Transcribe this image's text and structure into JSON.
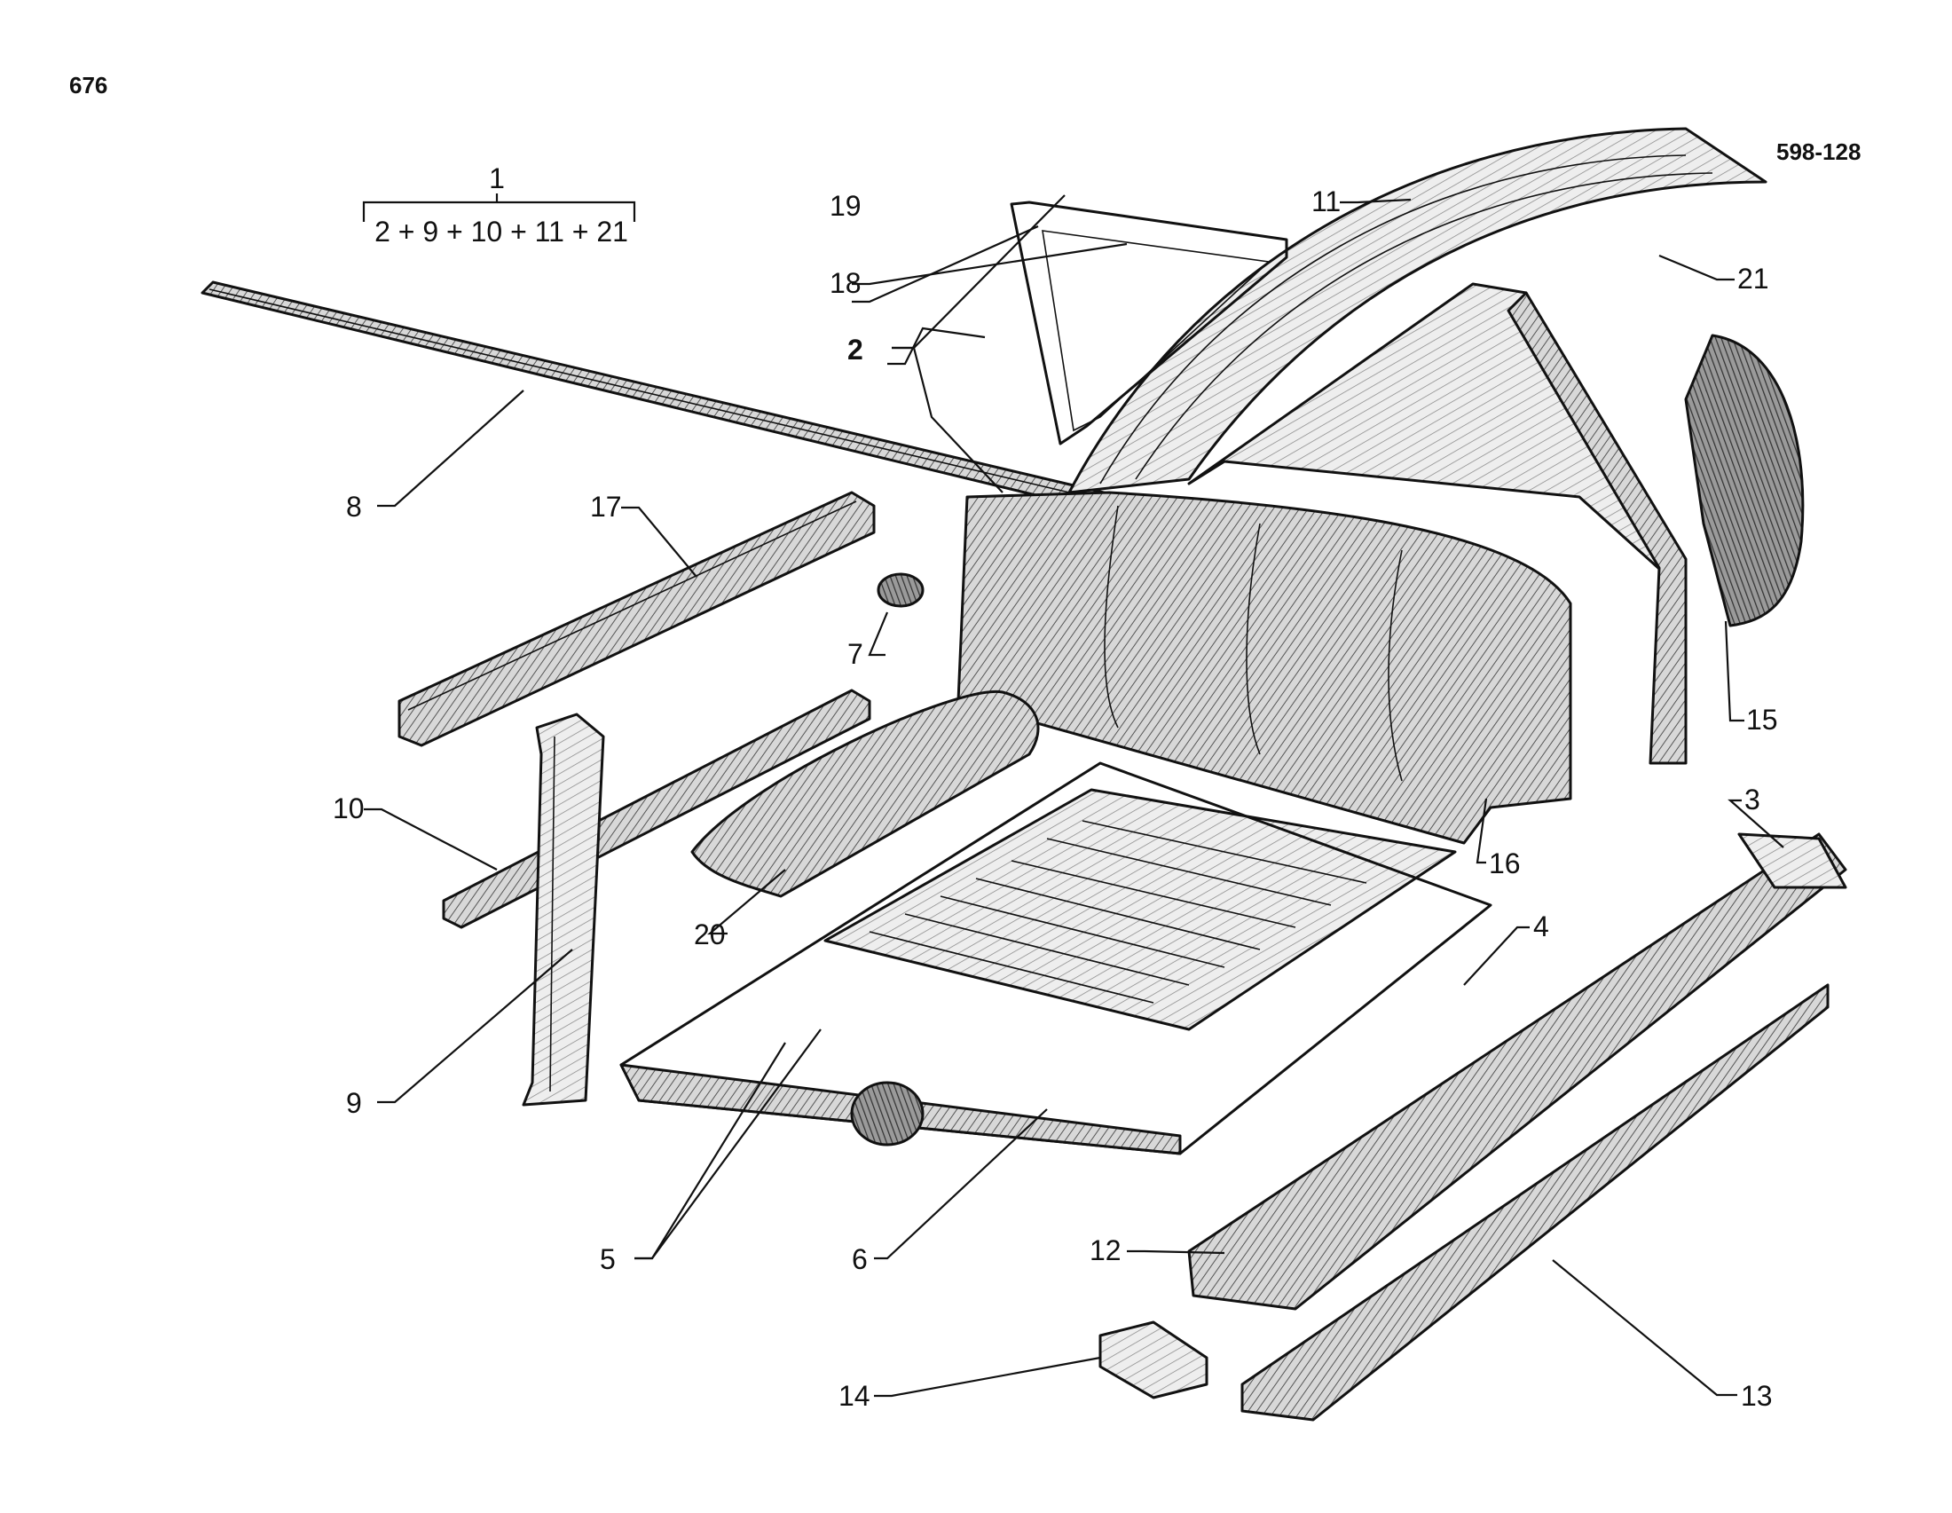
{
  "page_number": "676",
  "figure_ref": "598-128",
  "assembly": {
    "number": "1",
    "formula": "2 + 9 + 10 + 11 + 21"
  },
  "callouts": [
    "2",
    "3",
    "4",
    "5",
    "6",
    "7",
    "8",
    "9",
    "10",
    "11",
    "12",
    "13",
    "14",
    "15",
    "16",
    "17",
    "18",
    "19",
    "20",
    "21"
  ]
}
